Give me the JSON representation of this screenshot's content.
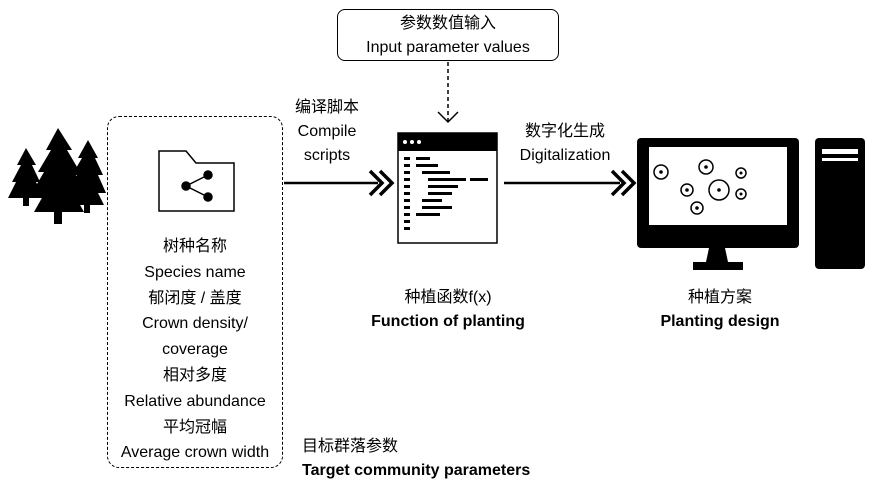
{
  "input_params": {
    "zh": "参数数值输入",
    "en": "Input parameter values"
  },
  "compile": {
    "zh": "编译脚本",
    "en1": "Compile",
    "en2": "scripts"
  },
  "digitalization": {
    "zh": "数字化生成",
    "en": "Digitalization"
  },
  "function": {
    "zh": "种植函数f(x)",
    "en": "Function of planting"
  },
  "design": {
    "zh": "种植方案",
    "en": "Planting design"
  },
  "target": {
    "zh": "目标群落参数",
    "en": "Target community parameters"
  },
  "params": [
    "树种名称",
    "Species name",
    "郁闭度 / 盖度",
    "Crown density/",
    "coverage",
    "相对多度",
    "Relative abundance",
    "平均冠幅",
    "Average crown width"
  ],
  "icons": [
    "tree-icon",
    "folder-share-icon",
    "code-editor-icon",
    "monitor-icon",
    "pc-tower-icon"
  ]
}
